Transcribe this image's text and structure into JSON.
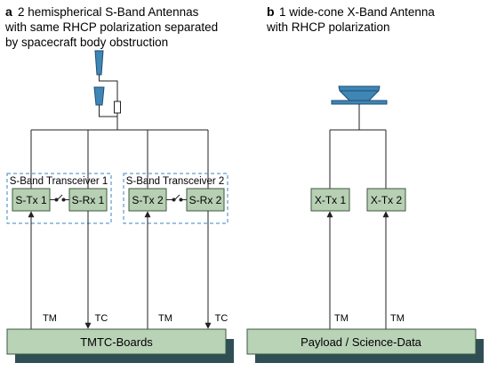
{
  "panel_a": {
    "letter": "a",
    "title_line1": "2 hemispherical S-Band Antennas",
    "title_line2": "with same RHCP polarization separated",
    "title_line3": "by spacecraft body obstruction",
    "transceiver_1": {
      "label": "S-Band Transceiver 1",
      "tx": "S-Tx 1",
      "rx": "S-Rx 1"
    },
    "transceiver_2": {
      "label": "S-Band Transceiver 2",
      "tx": "S-Tx 2",
      "rx": "S-Rx 2"
    },
    "link_labels": {
      "tm1": "TM",
      "tc1": "TC",
      "tm2": "TM",
      "tc2": "TC"
    },
    "board": "TMTC-Boards"
  },
  "panel_b": {
    "letter": "b",
    "title_line1": "1 wide-cone X-Band Antenna",
    "title_line2": "with RHCP polarization",
    "tx1": "X-Tx 1",
    "tx2": "X-Tx 2",
    "link_labels": {
      "tm1": "TM",
      "tm2": "TM"
    },
    "board": "Payload / Science-Data"
  },
  "colors": {
    "box_fill": "#b7d0b4",
    "box_stroke": "#3c5a3c",
    "antenna_fill": "#3f86b5",
    "antenna_stroke": "#1e4f73",
    "board_fill": "#b9d3b7",
    "board_shadow": "#2f4f55",
    "dashed_border": "#3a86c4",
    "line": "#222222"
  }
}
